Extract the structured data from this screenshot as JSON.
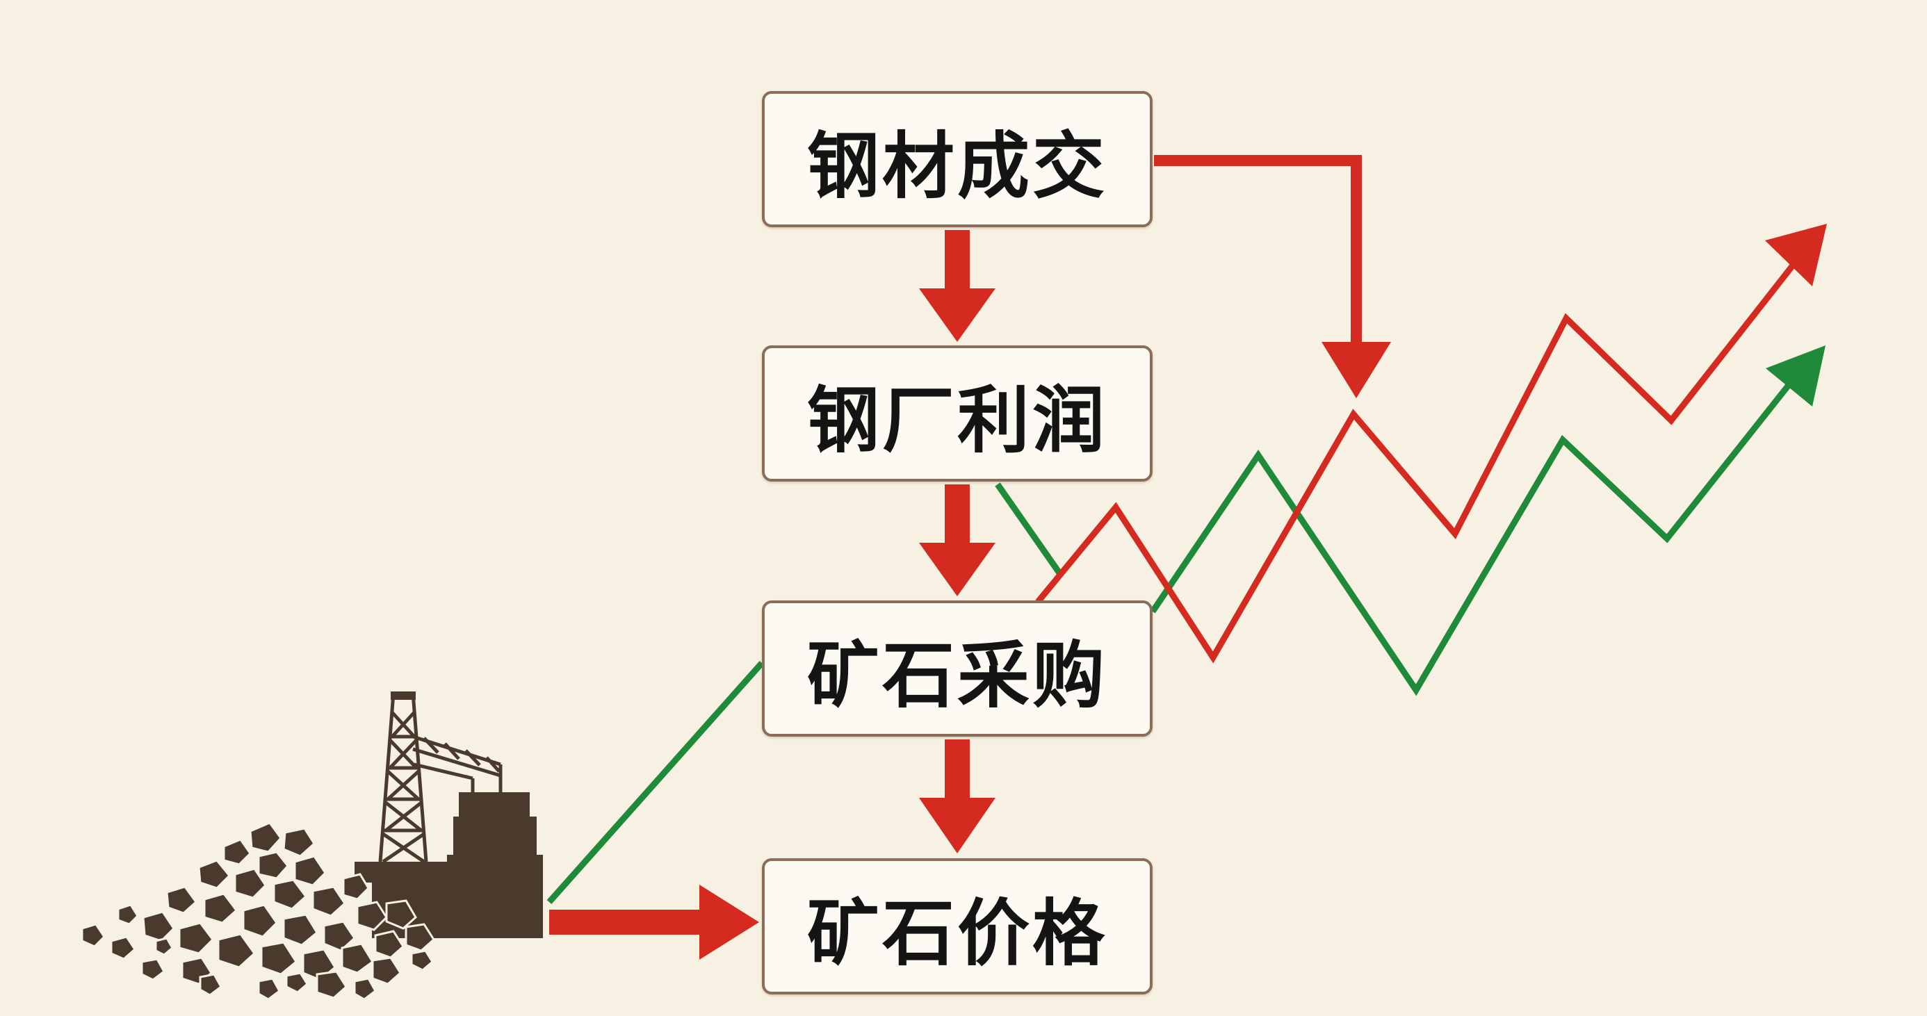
{
  "diagram": {
    "nodes": [
      {
        "id": "steel-trade",
        "label": "钢材成交"
      },
      {
        "id": "mill-profit",
        "label": "钢厂利润"
      },
      {
        "id": "ore-purchase",
        "label": "矿石采购"
      },
      {
        "id": "ore-price",
        "label": "矿石价格"
      }
    ],
    "edges": [
      {
        "from": "steel-trade",
        "to": "mill-profit"
      },
      {
        "from": "mill-profit",
        "to": "ore-purchase"
      },
      {
        "from": "ore-purchase",
        "to": "ore-price"
      },
      {
        "from": "mine-facility-icon",
        "to": "ore-price"
      },
      {
        "from": "steel-trade",
        "to": "red-trend-line"
      }
    ],
    "trend_lines": [
      {
        "color": "red",
        "hex": "#d42a20",
        "direction": "up"
      },
      {
        "color": "green",
        "hex": "#1f8a3a",
        "direction": "up"
      }
    ],
    "icons": [
      "mine-facility-icon",
      "ore-pile-icon"
    ]
  },
  "colors": {
    "background": "#f7f1e3",
    "node_fill": "#fdfaf3",
    "node_border": "#8a6e57",
    "arrow_red": "#d42a20",
    "line_green": "#1f8a3a",
    "ore_brown": "#4a3a2d"
  }
}
